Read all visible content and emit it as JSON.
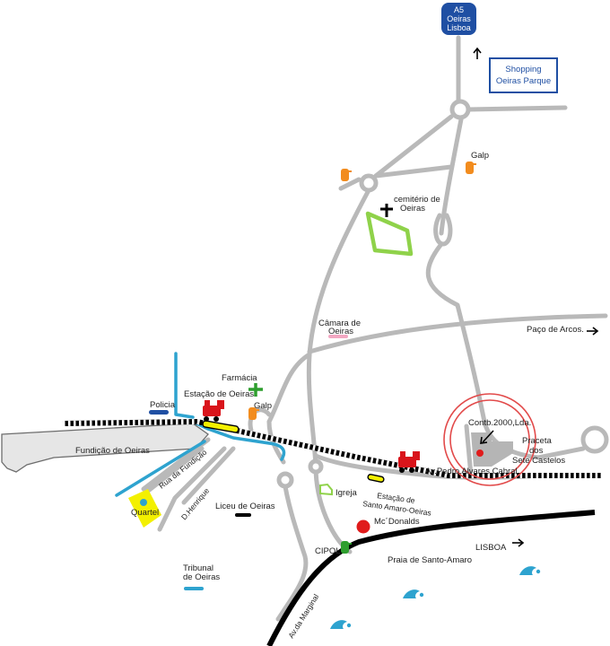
{
  "colors": {
    "road": "#b9b9b9",
    "motorway": "#000000",
    "rail": "#000000",
    "river_blue": "#2ea3cf",
    "accent_blue": "#1f4fa3",
    "fuel_orange": "#f28c1e",
    "green_cross": "#2e9e2e",
    "cemetery": "#8fd24a",
    "quartel": "#f3f000",
    "target_red": "#e24a4a",
    "mcdonalds_red": "#e01b1b",
    "train_red": "#d9141b",
    "pink": "#f2a7c2"
  },
  "motorway_sign": {
    "line1": "A5",
    "line2": "Oeiras",
    "line3": "Lisboa"
  },
  "shopping": {
    "line1": "Shopping",
    "line2": "Oeiras Parque"
  },
  "labels": {
    "galp_top": "Galp",
    "cemiterio_1": "cemitério de",
    "cemiterio_2": "Oeiras",
    "camara_1": "Câmara de",
    "camara_2": "Oeiras",
    "paco_arcos": "Paço de Arcos.",
    "farmacia": "Farmácia",
    "policia": "Policia",
    "estacao_oeiras": "Estação de Oeiras",
    "galp_station": "Galp",
    "fundicao": "Fundição de Oeiras",
    "rua_fundicao": "Rua da Fundição",
    "d_henrique": "D.Henrique",
    "quartel": "Quartel",
    "liceu": "Liceu de Oeiras",
    "igreja": "Igreja",
    "estacao_sa_1": "Estação de",
    "estacao_sa_2": "Santo Amaro-Oeiras",
    "av_pedro": "Av.Pedro Alvares Cabral",
    "contb": "Contb.2000,Lda.",
    "praceta_1": "Praceta",
    "praceta_2": "dos",
    "praceta_3": "Sete Castelos",
    "mcdonalds": "Mc´Donalds",
    "cipol": "CIPOL",
    "lisboa": "LISBOA",
    "praia": "Praia de Santo-Amaro",
    "tribunal_1": "Tribunal",
    "tribunal_2": "de Oeiras",
    "av_marginal": "Av.da Marginal"
  },
  "icons": {
    "arrow_up": "arrow-up-icon",
    "arrow_right": "arrow-right-icon",
    "fuel": "fuel-pump-icon",
    "cross": "cross-icon",
    "train": "train-icon",
    "church": "church-icon",
    "waves": "wave-icon",
    "target": "target-circle-icon"
  }
}
